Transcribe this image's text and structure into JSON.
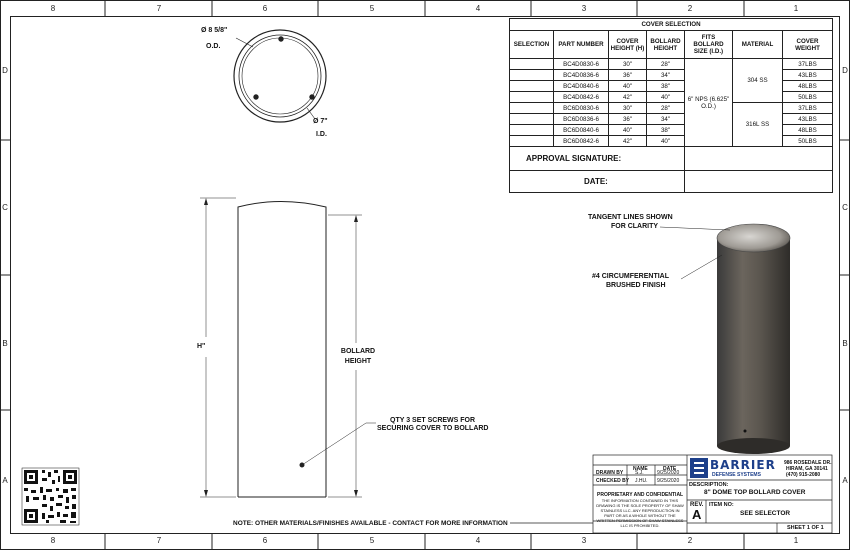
{
  "zones": {
    "cols": [
      "8",
      "7",
      "6",
      "5",
      "4",
      "3",
      "2",
      "1"
    ],
    "rows": [
      "D",
      "C",
      "B",
      "A"
    ]
  },
  "top_view": {
    "od_label": "Ø 8 5/8\"",
    "od_sub": "O.D.",
    "id_label": "Ø 7\"",
    "id_sub": "I.D."
  },
  "side_view": {
    "h_label": "H\"",
    "bollard_height_1": "BOLLARD",
    "bollard_height_2": "HEIGHT",
    "screw_note_1": "QTY 3 SET SCREWS FOR",
    "screw_note_2": "SECURING COVER TO BOLLARD"
  },
  "iso_view": {
    "tangent_note_1": "TANGENT LINES SHOWN",
    "tangent_note_2": "FOR CLARITY",
    "finish_note_1": "#4 CIRCUMFERENTIAL",
    "finish_note_2": "BRUSHED FINISH"
  },
  "cover_selection": {
    "title": "COVER SELECTION",
    "headers": [
      "SELECTION",
      "PART NUMBER",
      "COVER HEIGHT (H)",
      "BOLLARD HEIGHT",
      "FITS BOLLARD SIZE (I.D.)",
      "MATERIAL",
      "COVER WEIGHT"
    ],
    "rows": [
      {
        "part": "BC4D0830-6",
        "h": "30\"",
        "bh": "28\"",
        "weight": "37LBS"
      },
      {
        "part": "BC4D0836-6",
        "h": "36\"",
        "bh": "34\"",
        "weight": "43LBS"
      },
      {
        "part": "BC4D0840-6",
        "h": "40\"",
        "bh": "38\"",
        "weight": "48LBS"
      },
      {
        "part": "BC4D0842-6",
        "h": "42\"",
        "bh": "40\"",
        "weight": "50LBS"
      },
      {
        "part": "BC6D0830-6",
        "h": "30\"",
        "bh": "28\"",
        "weight": "37LBS"
      },
      {
        "part": "BC6D0836-6",
        "h": "36\"",
        "bh": "34\"",
        "weight": "43LBS"
      },
      {
        "part": "BC6D0840-6",
        "h": "40\"",
        "bh": "38\"",
        "weight": "48LBS"
      },
      {
        "part": "BC6D0842-6",
        "h": "42\"",
        "bh": "40\"",
        "weight": "50LBS"
      }
    ],
    "fits": "6\" NPS (6.625\" O.D.)",
    "material_1": "304 SS",
    "material_2": "316L SS",
    "approval": "APPROVAL SIGNATURE:",
    "date": "DATE:"
  },
  "title_block": {
    "name_hdr": "NAME",
    "date_hdr": "DATE",
    "drawn_by": "DRAWN BY",
    "drawn_name": "S.J.",
    "drawn_date": "9/25/2020",
    "checked_by": "CHECKED BY",
    "checked_name": "J.HU.",
    "checked_date": "9/25/2020",
    "proprietary": "PROPRIETARY AND CONFIDENTIAL",
    "prop_text": "THE INFORMATION CONTAINED IN THIS DRAWING IS THE SOLE PROPERTY OF SHAW STAINLESS LLC. ANY REPRODUCTION IN PART OR AS A WHOLE WITHOUT THE WRITTEN PERMISSION OF SHAW STAINLESS LLC IS PROHIBITED.",
    "company": "BARRIER",
    "company_sub": "DEFENSE SYSTEMS",
    "address_1": "986 ROSEDALE DR.",
    "address_2": "HIRAM, GA 30141",
    "address_3": "(470) 915-2080",
    "description_label": "DESCRIPTION:",
    "description": "8\" DOME TOP BOLLARD COVER",
    "rev_label": "REV.",
    "rev": "A",
    "item_label": "ITEM NO:",
    "item": "SEE SELECTOR",
    "sheet": "SHEET 1 OF 1"
  },
  "bottom_note": "NOTE: OTHER MATERIALS/FINISHES AVAILABLE - CONTACT FOR MORE INFORMATION"
}
